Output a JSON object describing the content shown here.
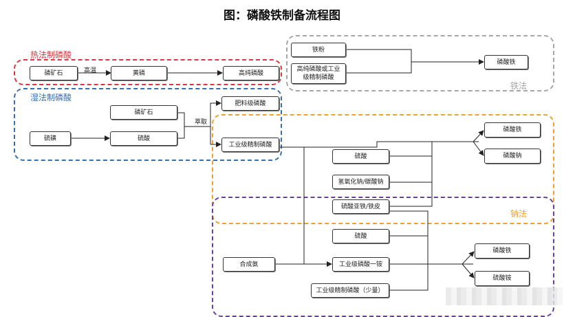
{
  "title": "图：磷酸铁制备流程图",
  "regions": {
    "thermal": {
      "label": "热法制磷酸",
      "color": "#d9383a"
    },
    "wet": {
      "label": "湿法制磷酸",
      "color": "#3a6ea8"
    },
    "iron": {
      "label": "铁法",
      "color": "#a6a6a6"
    },
    "sodium": {
      "label": "钠法",
      "color": "#f0a030"
    },
    "ammonium": {
      "label": "",
      "color": "#6b3fa0"
    }
  },
  "nodes": {
    "phosphate_rock_1": "磷矿石",
    "yellow_phosphorus": "黄磷",
    "high_purity_phosphoric_acid": "高纯磷酸",
    "phosphate_rock_2": "磷矿石",
    "sulfur": "硫磺",
    "sulfuric_acid_1": "硫酸",
    "fertilizer_grade_acid": "肥料级磷酸",
    "industrial_refined_acid": "工业级精制磷酸",
    "iron_powder": "铁粉",
    "high_purity_or_industrial": "高纯磷酸或工业级精制磷酸",
    "iron_phosphate_iron_method": "磷酸铁",
    "iron_phosphate_sodium": "磷酸铁",
    "sodium_phosphate": "磷酸钠",
    "sulfuric_acid_2": "硫酸",
    "naoh_na2co3": "氢氧化钠/碳酸钠",
    "ferrous_sulfate": "硫酸亚铁/铁皮",
    "sulfuric_acid_3": "硫酸",
    "synthetic_ammonia": "合成氨",
    "industrial_map": "工业级磷酸一铵",
    "industrial_refined_small": "工业级精制磷酸（少量）",
    "iron_phosphate_ammonium": "磷酸铁",
    "ammonium_sulfate": "硫酸铵"
  },
  "edge_labels": {
    "high_temp": "高温",
    "extraction": "萃取"
  },
  "colors": {
    "line": "#222222"
  }
}
